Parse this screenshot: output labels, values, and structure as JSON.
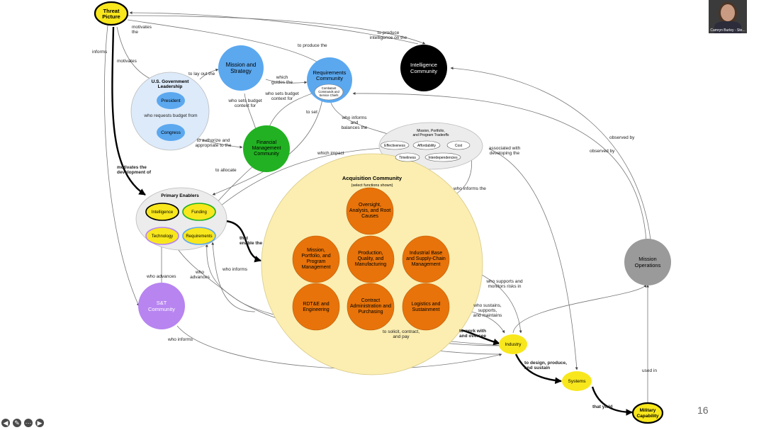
{
  "participant": {
    "name": "Camryn Burley - Ste..."
  },
  "page_number": "16",
  "nav": {
    "prev_icon": "◀",
    "pointer_icon": "✎",
    "more_icon": "⋯",
    "next_icon": "▶"
  },
  "colors": {
    "yellow": "#f8e71c",
    "blue": "#5ba8ef",
    "green": "#22b122",
    "black": "#000000",
    "orange": "#e8730a",
    "purple": "#b784f0",
    "gray": "#9a9a9a",
    "acq_fill": "#fbeeb0"
  },
  "nodes": {
    "threat_picture": [
      "Threat",
      "Picture"
    ],
    "mission_strategy": [
      "Mission and",
      "Strategy"
    ],
    "requirements_community": [
      "Requirements",
      "Community"
    ],
    "combatant_commands": [
      "Combatant",
      "Commands and",
      "Service Chiefs"
    ],
    "intelligence_community": [
      "Intelligence",
      "Community"
    ],
    "usg_leadership": [
      "U.S. Government",
      "Leadership"
    ],
    "president": "President",
    "congress": "Congress",
    "financial_management": [
      "Financial",
      "Management",
      "Community"
    ],
    "tradeoffs_title": [
      "Mission, Portfolio,",
      "and Program Tradeoffs"
    ],
    "effectiveness": "Effectiveness",
    "affordability": "Affordability",
    "cost": "Cost",
    "timeliness": "Timeliness",
    "interdependencies": "Interdependencies",
    "primary_enablers": "Primary Enablers",
    "intelligence": "Intelligence",
    "funding": "Funding",
    "technology": "Technology",
    "requirements": "Requirements",
    "acquisition_title": "Acquisition Community",
    "acquisition_subtitle": "(select functions shown)",
    "oversight": [
      "Oversight,",
      "Analysis, and Root",
      "Causes"
    ],
    "mission_portfolio_mgmt": [
      "Mission,",
      "Portfolio, and",
      "Program",
      "Management"
    ],
    "production_quality": [
      "Production,",
      "Quality, and",
      "Manufacturing"
    ],
    "industrial_base": [
      "Industrial Base",
      "and Supply-Chain",
      "Management"
    ],
    "rdte": [
      "RDT&E and",
      "Engineering"
    ],
    "contract_admin": [
      "Contract",
      "Administration and",
      "Purchasing"
    ],
    "logistics": [
      "Logistics and",
      "Sustainment"
    ],
    "st_community": [
      "S&T",
      "Community"
    ],
    "mission_operations": [
      "Mission",
      "Operations"
    ],
    "industry": "Industry",
    "systems": "Systems",
    "military_capability": [
      "Military",
      "Capability"
    ]
  },
  "edge_labels": {
    "motivates_the": [
      "motivates",
      "the"
    ],
    "to_produce_the": "to produce the",
    "to_produce_intelligence": [
      "to produce",
      "intelligence on the"
    ],
    "informs": "informs",
    "motivates": "motivates",
    "to_lay_out_the": "to lay out the",
    "which_guides_the": [
      "which",
      "guides the"
    ],
    "who_sets_budget_context": [
      "who sets budget",
      "context for"
    ],
    "who_sets_budget_context_2": [
      "who sets budget",
      "context for"
    ],
    "who_requests_budget": "who requests budget from",
    "to_set": "to set",
    "who_informs_balances": [
      "who informs",
      "and",
      "balances the"
    ],
    "to_authorize": [
      "to authorize and",
      "appropriate to the"
    ],
    "observed_by_1": "observed by",
    "observed_by_2": "observed by",
    "associated_with": [
      "associated with",
      "developing the"
    ],
    "which_impact": "which impact",
    "motivates_development": [
      "motivates the",
      "development of"
    ],
    "to_allocate": "to allocate",
    "who_informs_the": "who informs the",
    "that_enable_the": [
      "that",
      "enable the"
    ],
    "who_advances_1": [
      "who",
      "advances"
    ],
    "who_informs_1": "who informs",
    "who_advances_2": "who advances",
    "who_supports_monitors": [
      "who supports and",
      "monitors risks in"
    ],
    "who_sustains": [
      "who sustains,",
      "supports,",
      "and maintains"
    ],
    "to_solicit": [
      "to solicit, contract,",
      "and pay"
    ],
    "to_work_with": [
      "to work with",
      "and oversee"
    ],
    "who_informs_2": "who informs",
    "to_design": [
      "to design, produce,",
      "and sustain"
    ],
    "used_in": "used in",
    "that_yield": "that yield"
  }
}
